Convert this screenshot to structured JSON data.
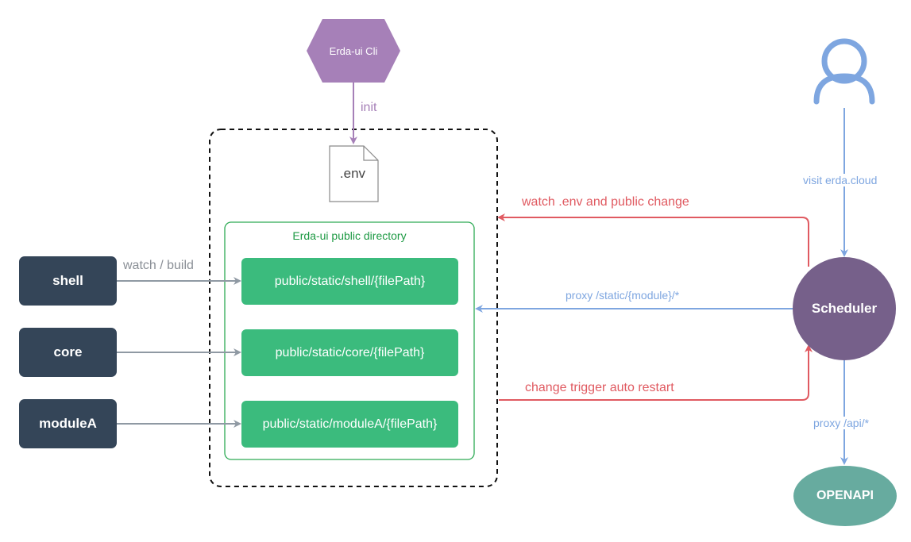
{
  "cli": {
    "label": "Erda-ui Cli"
  },
  "init_label": "init",
  "env_file": {
    "label": ".env"
  },
  "public_dir": {
    "title": "Erda-ui public directory",
    "paths": [
      "public/static/shell/{filePath}",
      "public/static/core/{filePath}",
      "public/static/moduleA/{filePath}"
    ]
  },
  "modules": [
    "shell",
    "core",
    "moduleA"
  ],
  "watch_build_label": "watch / build",
  "scheduler": {
    "label": "Scheduler"
  },
  "openapi": {
    "label": "OPENAPI"
  },
  "edges": {
    "visit": "visit erda.cloud",
    "watch_env": "watch .env and public change",
    "proxy_static": "proxy /static/{module}/*",
    "change_restart": "change trigger auto restart",
    "proxy_api": "proxy /api/*"
  },
  "colors": {
    "dark_node": "#344558",
    "green_box": "#3bbb7d",
    "green_border": "#2eaa55",
    "purple_cli": "#a680b8",
    "purple_scheduler": "#76608a",
    "openapi": "#67ab9f",
    "blue_edge": "#7ea6e0",
    "red_edge": "#e05a61",
    "gray_edge": "#8f99a3"
  }
}
